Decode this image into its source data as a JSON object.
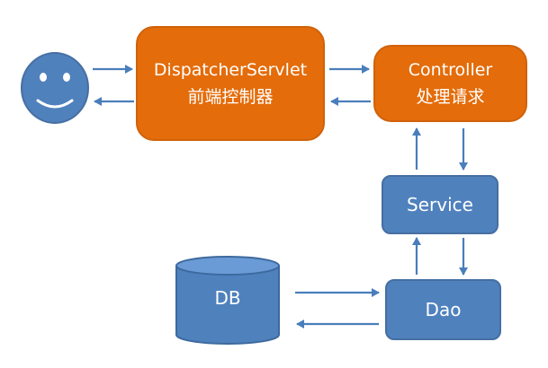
{
  "diagram": {
    "user": {
      "icon": "smiley-face-icon"
    },
    "dispatcher": {
      "line1": "DispatcherServlet",
      "line2": "前端控制器"
    },
    "controller": {
      "line1": "Controller",
      "line2": "处理请求"
    },
    "service": {
      "label": "Service"
    },
    "dao": {
      "label": "Dao"
    },
    "db": {
      "label": "DB"
    }
  },
  "colors": {
    "orange_fill": "#e46c0a",
    "blue_fill": "#4f81bd",
    "arrow": "#4a7ebb",
    "background": "#ffffff"
  }
}
